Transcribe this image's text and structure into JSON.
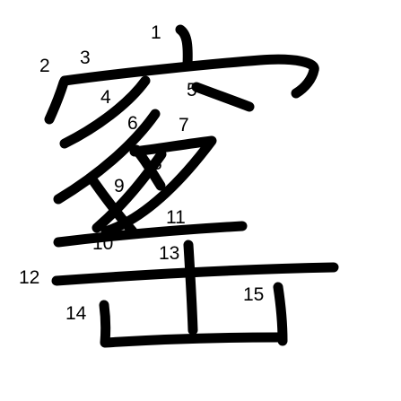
{
  "character": "窰",
  "stroke_count": 15,
  "stroke_color": "#000000",
  "background": "#ffffff",
  "stroke_numbers": [
    "1",
    "2",
    "3",
    "4",
    "5",
    "6",
    "7",
    "8",
    "9",
    "10",
    "11",
    "12",
    "13",
    "14",
    "15"
  ]
}
